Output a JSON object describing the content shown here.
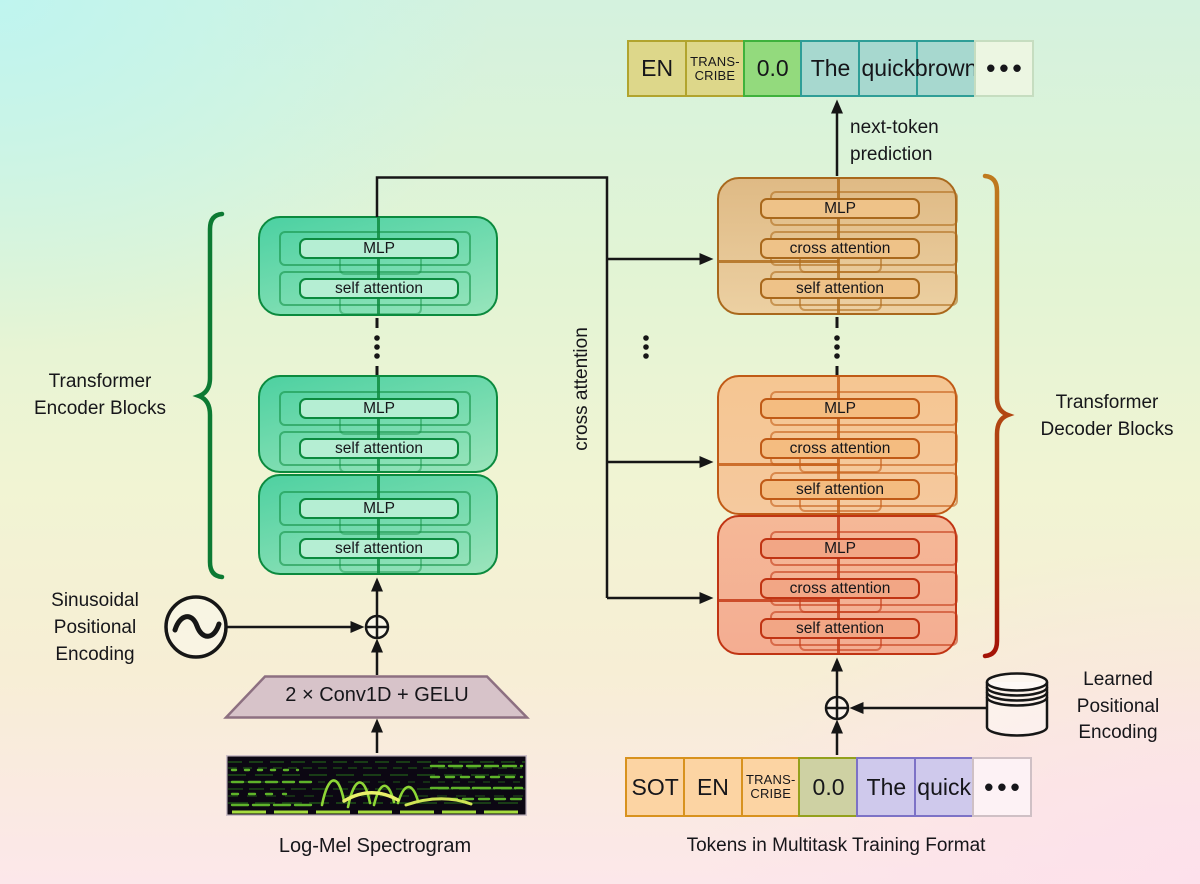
{
  "figure": "Whisper encoder-decoder architecture diagram",
  "colors": {
    "background_top_left": "#c7f7f2",
    "background_bottom_right": "#fde9ee",
    "encoder_border": "#0b8a3e",
    "encoder_fill": "#4ecfa3",
    "encoder_brace": "#0c7a33",
    "decoder_border_top": "#a9681c",
    "decoder_border_middle": "#c05a16",
    "decoder_border_bottom": "#c03413",
    "token_special_top_bg": "#ddd78a",
    "token_timestamp_top_bg": "#93da7d",
    "token_text_top_bg": "#a7d8cf",
    "token_special_bottom_bg": "#fcd4a3",
    "token_timestamp_bottom_bg": "#ced1a3",
    "token_text_bottom_bg": "#cfc9ec",
    "conv_fill": "#d7c3c9",
    "conv_border": "#8d7081"
  },
  "top_sequence": {
    "annotation_line1": "next-token",
    "annotation_line2": "prediction",
    "tokens": {
      "t0": "EN",
      "t1a": "TRANS-",
      "t1b": "CRIBE",
      "t2": "0.0",
      "t3": "The",
      "t4": "quick",
      "t5": "brown",
      "t6": "•••"
    }
  },
  "encoder": {
    "label_line1": "Transformer",
    "label_line2": "Encoder Blocks",
    "blocks": [
      {
        "mlp": "MLP",
        "self": "self attention"
      },
      {
        "mlp": "MLP",
        "self": "self attention"
      },
      {
        "mlp": "MLP",
        "self": "self attention"
      }
    ]
  },
  "decoder": {
    "label_line1": "Transformer",
    "label_line2": "Decoder Blocks",
    "blocks": [
      {
        "mlp": "MLP",
        "cross": "cross attention",
        "self": "self attention"
      },
      {
        "mlp": "MLP",
        "cross": "cross attention",
        "self": "self attention"
      },
      {
        "mlp": "MLP",
        "cross": "cross attention",
        "self": "self attention"
      }
    ]
  },
  "cross_attention_label": "cross attention",
  "sinusoidal": {
    "line1": "Sinusoidal",
    "line2": "Positional",
    "line3": "Encoding"
  },
  "learned": {
    "line1": "Learned",
    "line2": "Positional",
    "line3": "Encoding"
  },
  "conv_label": "2 × Conv1D + GELU",
  "spectrogram_label": "Log-Mel Spectrogram",
  "bottom_sequence": {
    "caption": "Tokens in Multitask Training Format",
    "tokens": {
      "t0": "SOT",
      "t1": "EN",
      "t2a": "TRANS-",
      "t2b": "CRIBE",
      "t3": "0.0",
      "t4": "The",
      "t5": "quick",
      "t6": "•••"
    }
  }
}
